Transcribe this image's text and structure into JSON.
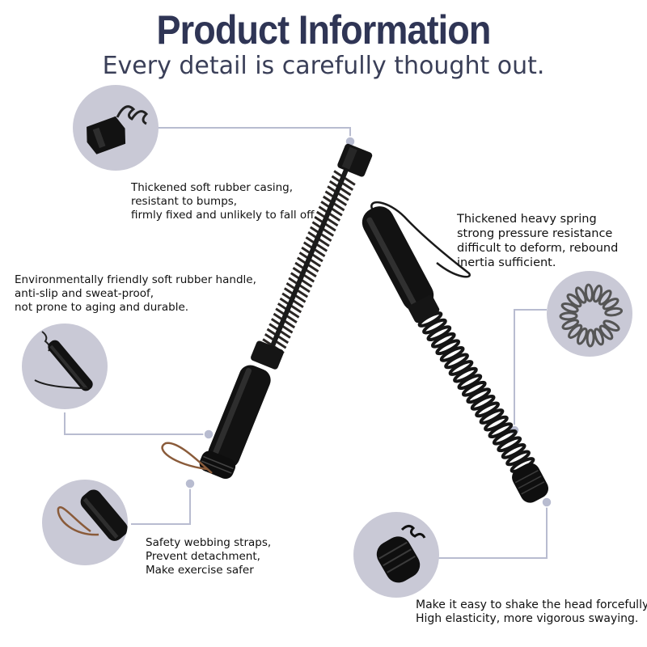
{
  "header": {
    "title": "Product Information",
    "subtitle": "Every detail is carefully thought out."
  },
  "callouts": {
    "rubber_casing": {
      "lines": [
        "Thickened soft rubber casing,",
        "resistant to bumps,",
        "firmly fixed and unlikely to fall off."
      ]
    },
    "heavy_spring": {
      "lines": [
        "Thickened heavy spring",
        "strong pressure resistance",
        "difficult to deform, rebound",
        "inertia sufficient."
      ]
    },
    "rubber_handle": {
      "lines": [
        "Environmentally friendly soft rubber handle,",
        "anti-slip and sweat-proof,",
        "not prone to aging and durable."
      ]
    },
    "safety_strap": {
      "lines": [
        "Safety webbing straps,",
        "Prevent detachment,",
        "Make exercise safer"
      ]
    },
    "shake_head": {
      "lines": [
        "Make it easy to shake the head forcefully",
        "High elasticity, more vigorous swaying."
      ]
    }
  },
  "colors": {
    "title": "#2f3555",
    "circle_bg": "#c9c9d6",
    "leader_line": "#b8bcd0"
  }
}
